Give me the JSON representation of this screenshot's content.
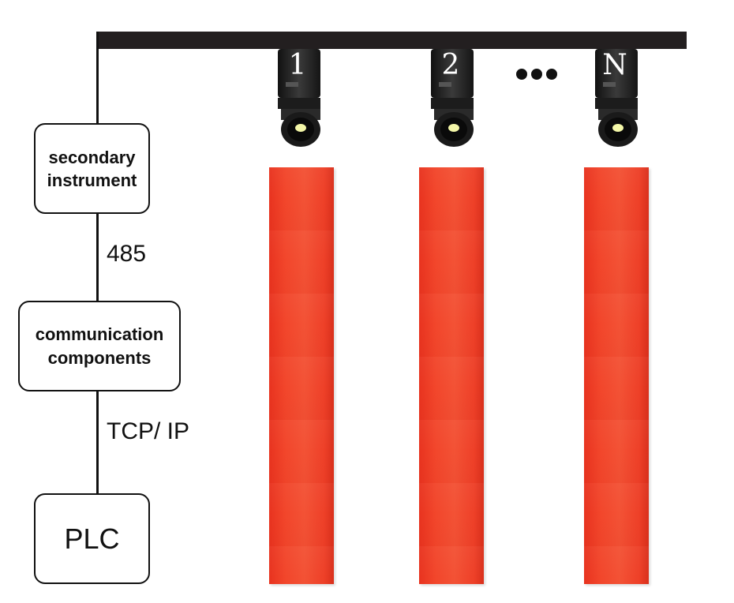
{
  "nodes": {
    "secondary_instrument": {
      "line1": "secondary",
      "line2": "instrument"
    },
    "communication_components": {
      "line1": "communication",
      "line2": "components"
    },
    "plc": {
      "label": "PLC"
    }
  },
  "links": {
    "secondary_to_comm": "485",
    "comm_to_plc": "TCP/ IP"
  },
  "cameras": [
    {
      "number": "1"
    },
    {
      "number": "2"
    },
    {
      "number": "N"
    }
  ],
  "colors": {
    "rail": "#231f20",
    "bar": "#f2462b",
    "camera_body": "#2a2a2a",
    "lens": "#f4f7a8"
  }
}
